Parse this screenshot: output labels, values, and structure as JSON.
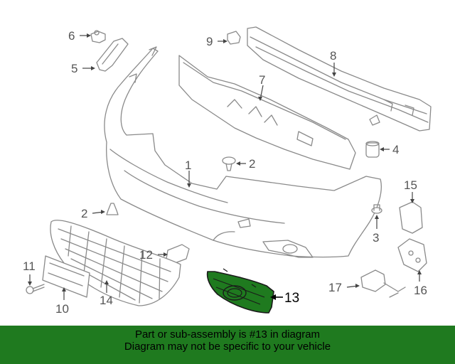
{
  "diagram": {
    "callouts": {
      "c1": "1",
      "c2a": "2",
      "c2b": "2",
      "c3": "3",
      "c4": "4",
      "c5": "5",
      "c6": "6",
      "c7": "7",
      "c8": "8",
      "c9": "9",
      "c10": "10",
      "c11": "11",
      "c12": "12",
      "c13": "13",
      "c14": "14",
      "c15": "15",
      "c16": "16",
      "c17": "17"
    },
    "highlighted_part": "13",
    "highlight_color": "#1f7a1f"
  },
  "banner": {
    "line1": "Part or sub-assembly is #13 in diagram",
    "line2": "Diagram may not be specific to your vehicle",
    "background": "#1f7a1f"
  }
}
